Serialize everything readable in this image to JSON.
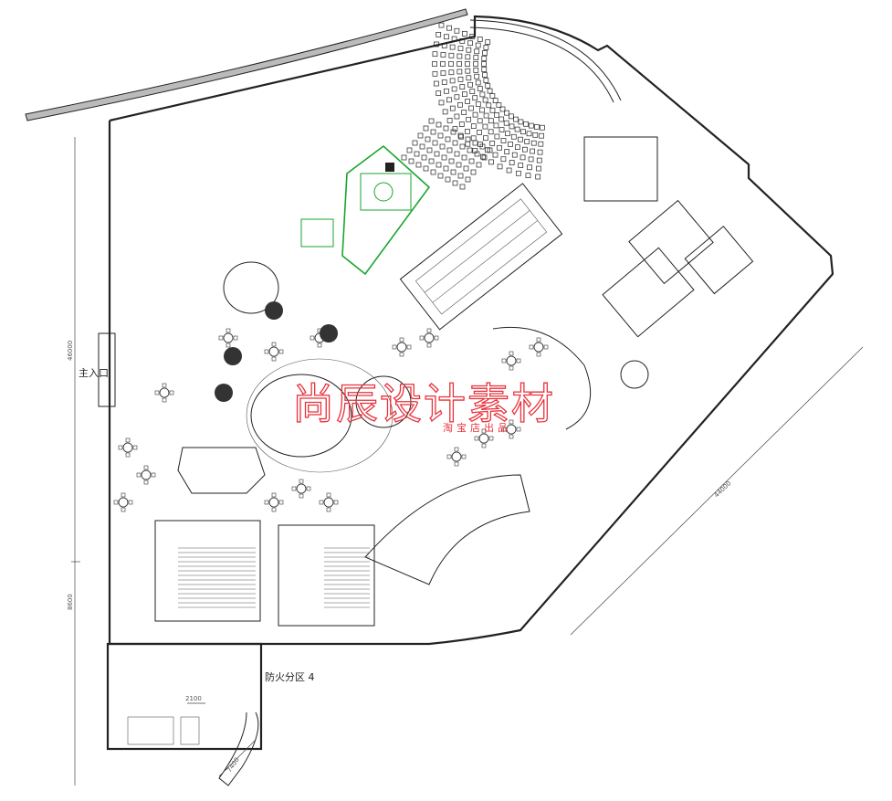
{
  "plan": {
    "main_entrance_label": "主入口",
    "fire_zone_label": "防火分区 4",
    "dimensions": {
      "left_upper": "46000",
      "left_lower": "8600",
      "annex_width": "2100",
      "ramp_length": "7400",
      "diagonal": "44000"
    }
  },
  "watermark": {
    "title": "尚辰设计素材",
    "subtitle": "淘宝店出品"
  },
  "colors": {
    "lines": "#222222",
    "playground": "#1aa52e",
    "watermark": "#e8323c"
  }
}
